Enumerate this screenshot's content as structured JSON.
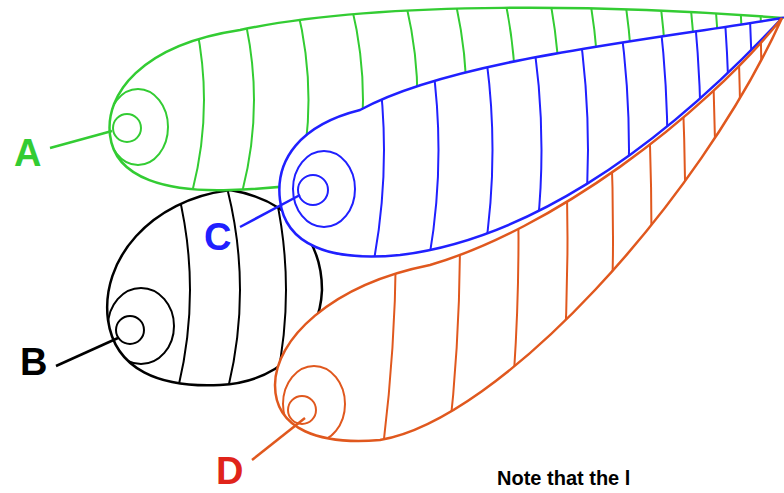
{
  "diagram": {
    "labels": [
      "A",
      "C",
      "B",
      "D",
      "Note that the l"
    ]
  }
}
